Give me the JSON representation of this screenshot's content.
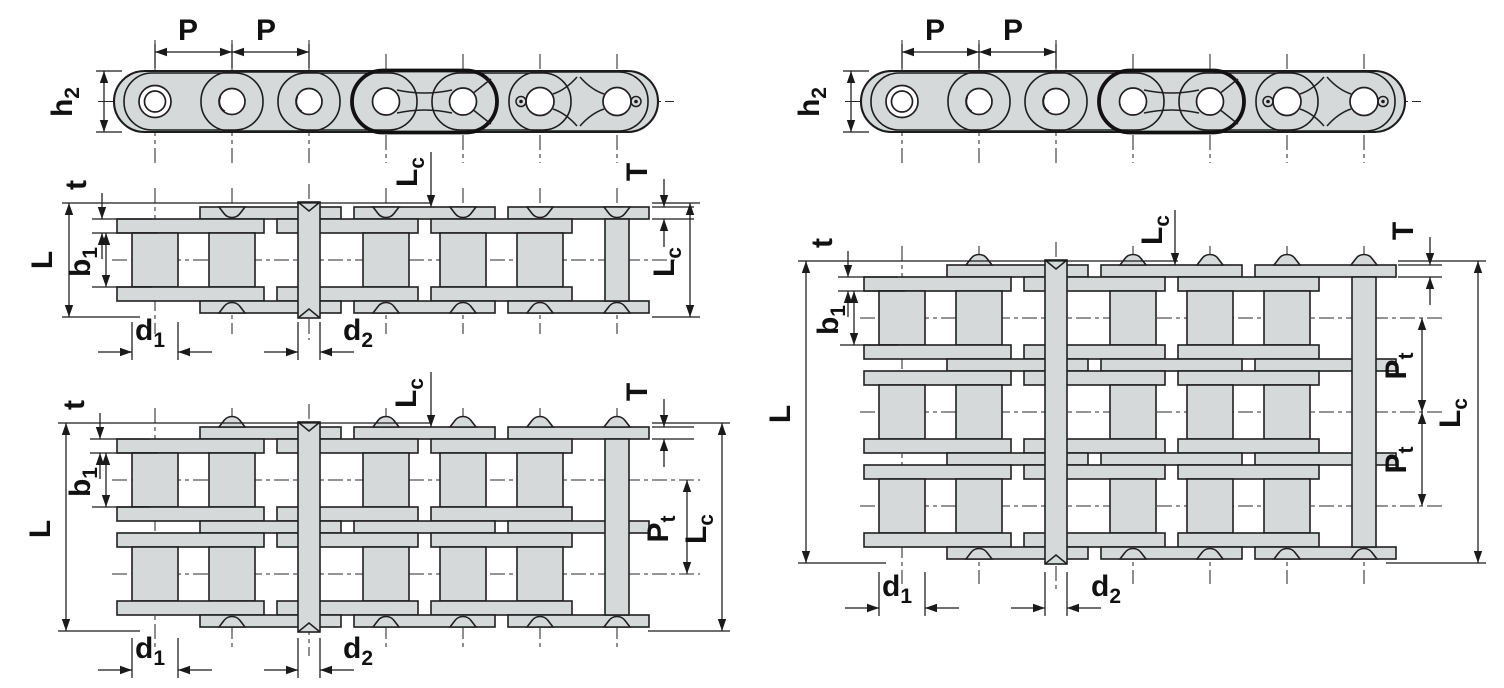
{
  "colors": {
    "background": "#ffffff",
    "chain_fill": "#d6d9da",
    "outline": "#202020",
    "dimension_lines": "#1a1a1a",
    "text": "#111111"
  },
  "plan_left": {
    "pitch_1": "P",
    "pitch_2": "P",
    "height": {
      "main": "h",
      "sub": "2"
    }
  },
  "plan_right": {
    "pitch_1": "P",
    "pitch_2": "P",
    "height": {
      "main": "h",
      "sub": "2"
    }
  },
  "simplex_section": {
    "plate_thickness": "t",
    "overall_width": "L",
    "inner_width": {
      "main": "b",
      "sub": "1"
    },
    "roller_diameter": {
      "main": "d",
      "sub": "1"
    },
    "pin_diameter": {
      "main": "d",
      "sub": "2"
    },
    "connecting_length_top": {
      "main": "L",
      "sub": "c"
    },
    "outer_plate_thickness": "T",
    "connecting_length_right": {
      "main": "L",
      "sub": "c"
    }
  },
  "duplex_section": {
    "plate_thickness": "t",
    "overall_width": "L",
    "inner_width": {
      "main": "b",
      "sub": "1"
    },
    "roller_diameter": {
      "main": "d",
      "sub": "1"
    },
    "pin_diameter": {
      "main": "d",
      "sub": "2"
    },
    "connecting_length_top": {
      "main": "L",
      "sub": "c"
    },
    "outer_plate_thickness": "T",
    "transverse_pitch": {
      "main": "P",
      "sub": "t"
    },
    "connecting_length_right": {
      "main": "L",
      "sub": "c"
    }
  },
  "triplex_section": {
    "plate_thickness": "t",
    "overall_width": "L",
    "inner_width": {
      "main": "b",
      "sub": "1"
    },
    "roller_diameter": {
      "main": "d",
      "sub": "1"
    },
    "pin_diameter": {
      "main": "d",
      "sub": "2"
    },
    "connecting_length_top": {
      "main": "L",
      "sub": "c"
    },
    "outer_plate_thickness": "T",
    "transverse_pitch_upper": {
      "main": "P",
      "sub": "t"
    },
    "transverse_pitch_lower": {
      "main": "P",
      "sub": "t"
    },
    "connecting_length_right": {
      "main": "L",
      "sub": "c"
    }
  }
}
